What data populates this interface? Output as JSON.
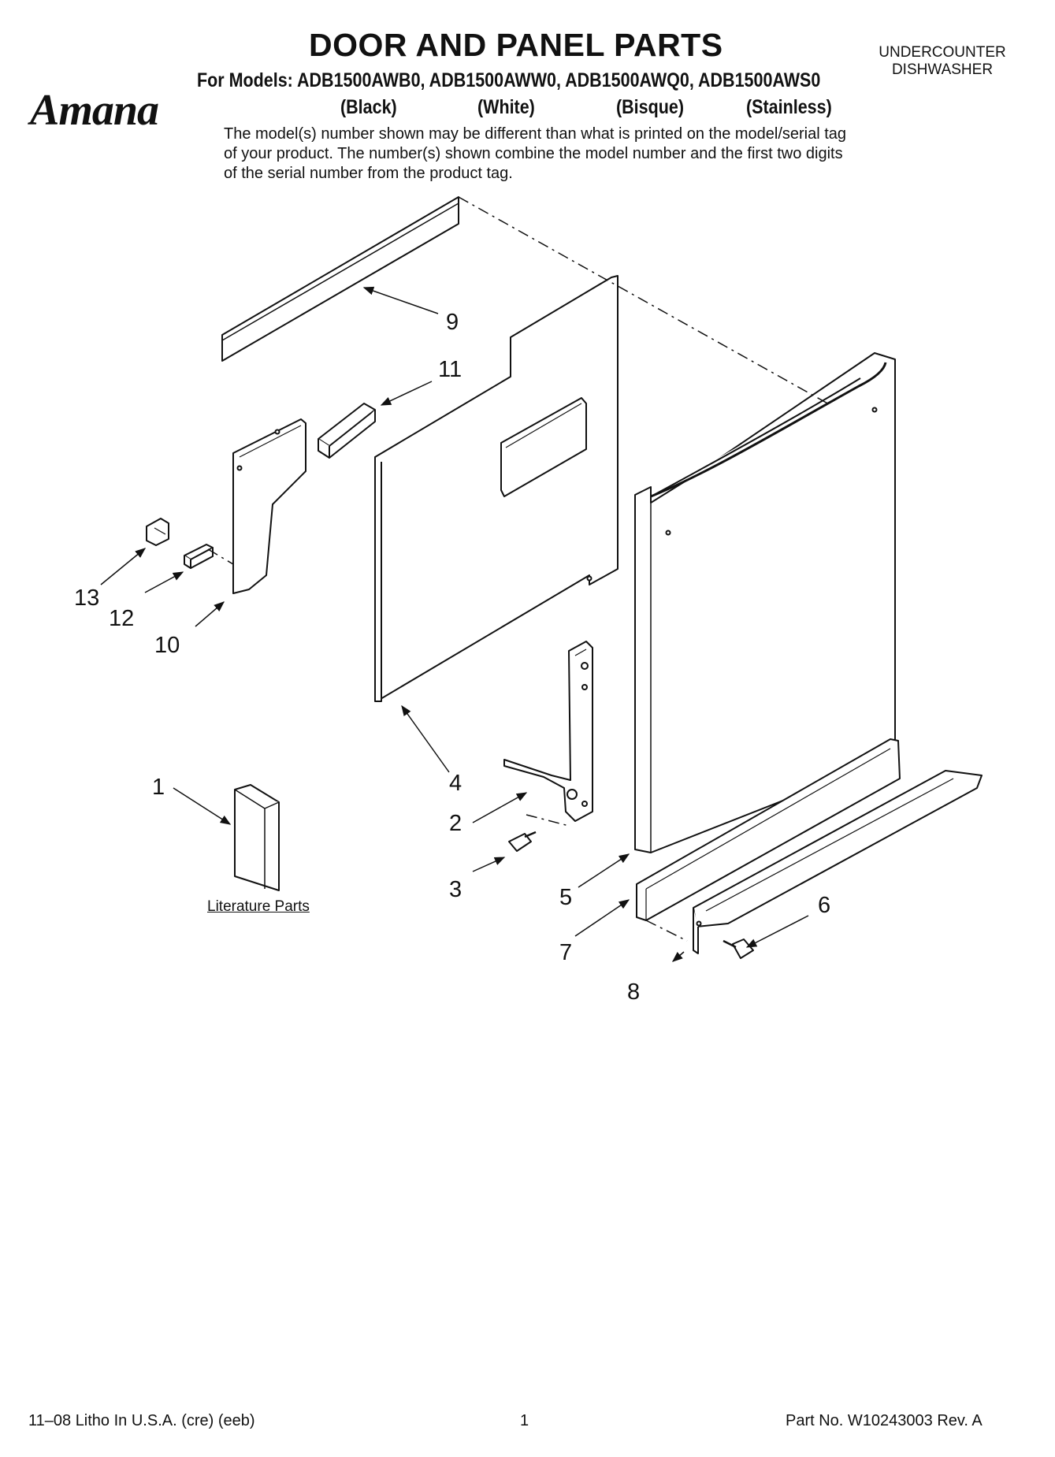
{
  "header": {
    "title": "DOOR AND PANEL PARTS",
    "appliance_line1": "UNDERCOUNTER",
    "appliance_line2": "DISHWASHER",
    "models_line": "For Models: ADB1500AWB0, ADB1500AWW0, ADB1500AWQ0, ADB1500AWS0",
    "finishes": [
      "(Black)",
      "(White)",
      "(Bisque)",
      "(Stainless)"
    ],
    "brand_logo": "Amana",
    "note": "The model(s) number shown may be different than what is printed on the model/serial tag of your product. The number(s) shown combine the model number and the first two digits of the serial number from the product tag."
  },
  "diagram": {
    "callouts": [
      "1",
      "2",
      "3",
      "4",
      "5",
      "6",
      "7",
      "8",
      "9",
      "10",
      "11",
      "12",
      "13"
    ],
    "literature_caption": "Literature Parts"
  },
  "footer": {
    "left": "11–08 Litho In U.S.A. (cre) (eeb)",
    "page_number": "1",
    "part_number": "Part No. W10243003 Rev. A"
  }
}
